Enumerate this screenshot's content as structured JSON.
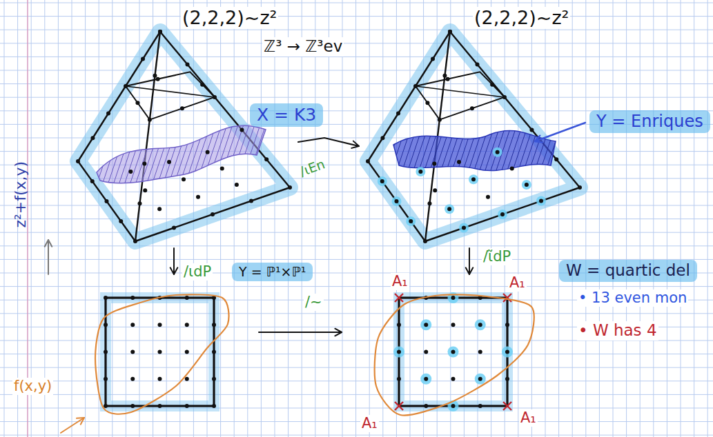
{
  "diagram": {
    "nodes": [
      {
        "text": [
          "X = K3"
        ]
      },
      {
        "text": [
          "Y = Enriques"
        ]
      },
      {
        "text": [
          "Y = ℙ¹×ℙ¹"
        ]
      },
      {
        "text": [
          "W = quartic del"
        ]
      }
    ],
    "labels": [
      "(2,2,2)~z²",
      "(2,2,2)~z²",
      "ℤ³ → ℤ³ev",
      "/ιEn",
      "z²+f(x,y)",
      "/ιdP",
      "/ι̃dP",
      "/~",
      "f(x,y)",
      "A₁",
      "A₁",
      "A₁",
      "A₁",
      "• 13 even mon",
      "• W has 4"
    ]
  }
}
